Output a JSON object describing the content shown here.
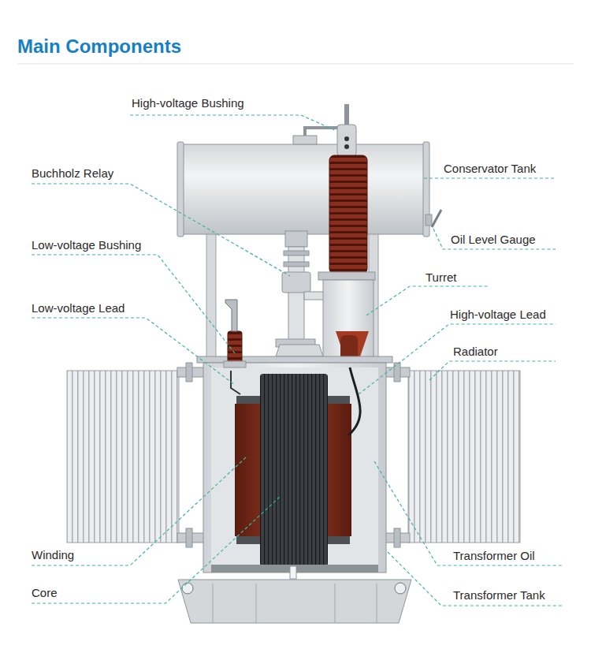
{
  "diagram": {
    "title": "Main Components",
    "labels": [
      "High-voltage Bushing",
      "Buchholz Relay",
      "Conservator Tank",
      "Low-voltage Bushing",
      "Oil Level Gauge",
      "Turret",
      "Low-voltage Lead",
      "High-voltage Lead",
      "Radiator",
      "Winding",
      "Transformer Oil",
      "Core",
      "Transformer Tank"
    ]
  }
}
